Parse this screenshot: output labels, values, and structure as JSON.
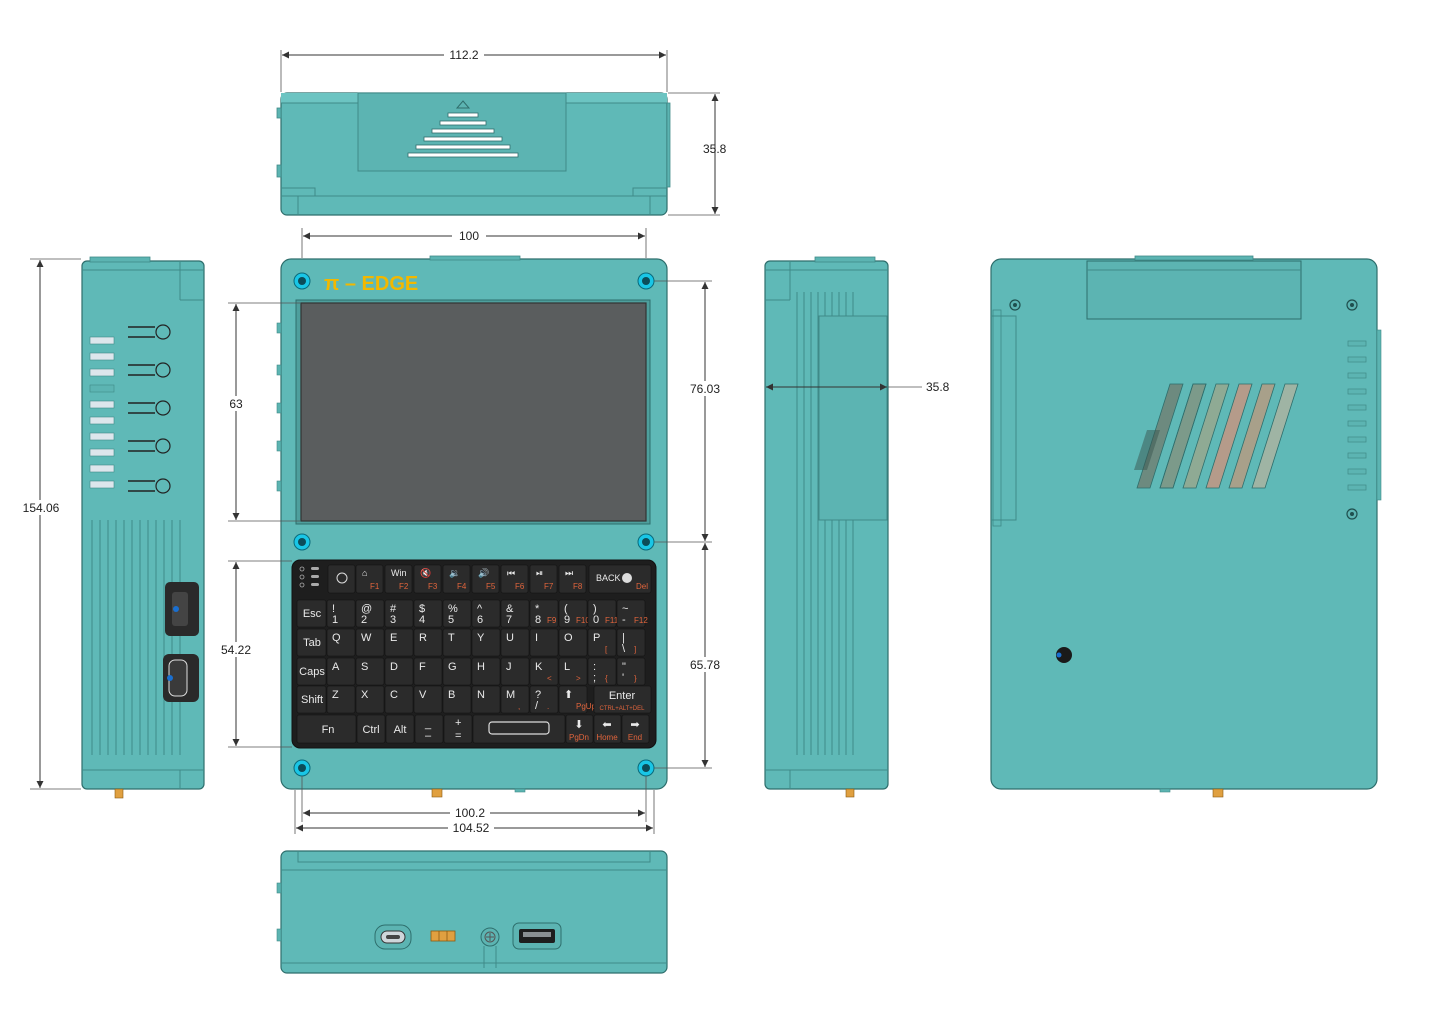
{
  "brand": {
    "logo_text": "π – EDGE",
    "logo_color": "#f2b800"
  },
  "colors": {
    "enclosure": "#5fb9b7",
    "screen": "#5a5d5e",
    "keyboard": "#1e1e1e",
    "accent_hole": "#19c6e6",
    "fn_red": "#e0643c"
  },
  "dimensions": {
    "top_width": "112.2",
    "top_depth": "35.8",
    "front_width": "100",
    "side_height": "154.06",
    "screen_height": "63",
    "upper_hole_span": "76.03",
    "keyboard_height": "54.22",
    "lower_hole_span": "65.78",
    "bottom_inner_width": "100.2",
    "bottom_outer_width": "104.52",
    "right_side_depth": "35.8"
  },
  "keyboard": {
    "top_row": [
      {
        "top": "",
        "sub": ""
      },
      {
        "top": "⌂",
        "sub": "F1"
      },
      {
        "top": "Win",
        "sub": "F2"
      },
      {
        "top": "🔇",
        "sub": "F3"
      },
      {
        "top": "🔉",
        "sub": "F4"
      },
      {
        "top": "🔊",
        "sub": "F5"
      },
      {
        "top": "⏮",
        "sub": "F6"
      },
      {
        "top": "⏯",
        "sub": "F7"
      },
      {
        "top": "⏭",
        "sub": "F8"
      }
    ],
    "back_label": "BACK",
    "back_sub": "Del",
    "row1": [
      {
        "main": "Esc",
        "sub": ""
      },
      {
        "main": "!",
        "low": "1",
        "sub": ""
      },
      {
        "main": "@",
        "low": "2",
        "sub": ""
      },
      {
        "main": "#",
        "low": "3",
        "sub": ""
      },
      {
        "main": "$",
        "low": "4",
        "sub": ""
      },
      {
        "main": "%",
        "low": "5",
        "sub": ""
      },
      {
        "main": "^",
        "low": "6",
        "sub": ""
      },
      {
        "main": "&",
        "low": "7",
        "sub": ""
      },
      {
        "main": "*",
        "low": "8",
        "sub": "F9"
      },
      {
        "main": "(",
        "low": "9",
        "sub": "F10"
      },
      {
        "main": ")",
        "low": "0",
        "sub": "F11"
      },
      {
        "main": "~",
        "low": "-",
        "sub": "F12"
      }
    ],
    "row2": [
      {
        "main": "Tab",
        "sub": ""
      },
      {
        "main": "Q",
        "sub": ""
      },
      {
        "main": "W",
        "sub": ""
      },
      {
        "main": "E",
        "sub": ""
      },
      {
        "main": "R",
        "sub": ""
      },
      {
        "main": "T",
        "sub": ""
      },
      {
        "main": "Y",
        "sub": ""
      },
      {
        "main": "U",
        "sub": ""
      },
      {
        "main": "I",
        "sub": ""
      },
      {
        "main": "O",
        "sub": ""
      },
      {
        "main": "P",
        "sub": "["
      },
      {
        "main": "|",
        "low": "\\",
        "sub": "]"
      }
    ],
    "row3": [
      {
        "main": "Caps",
        "sub": ""
      },
      {
        "main": "A",
        "sub": ""
      },
      {
        "main": "S",
        "sub": ""
      },
      {
        "main": "D",
        "sub": ""
      },
      {
        "main": "F",
        "sub": ""
      },
      {
        "main": "G",
        "sub": ""
      },
      {
        "main": "H",
        "sub": ""
      },
      {
        "main": "J",
        "sub": ""
      },
      {
        "main": "K",
        "sub": "<"
      },
      {
        "main": "L",
        "sub": ">"
      },
      {
        "main": ":",
        "low": ";",
        "sub": "{"
      },
      {
        "main": "\"",
        "low": "'",
        "sub": "}"
      }
    ],
    "row4": [
      {
        "main": "Shift",
        "sub": ""
      },
      {
        "main": "Z",
        "sub": ""
      },
      {
        "main": "X",
        "sub": ""
      },
      {
        "main": "C",
        "sub": ""
      },
      {
        "main": "V",
        "sub": ""
      },
      {
        "main": "B",
        "sub": ""
      },
      {
        "main": "N",
        "sub": ""
      },
      {
        "main": "M",
        "sub": ","
      },
      {
        "main": "?",
        "low": "/",
        "sub": "."
      },
      {
        "main": "⬆",
        "sub": "PgUp"
      }
    ],
    "enter_label": "Enter",
    "enter_sub": "CTRL+ALT+DEL",
    "row5": [
      {
        "main": "Fn",
        "sub": ""
      },
      {
        "main": "Ctrl",
        "sub": ""
      },
      {
        "main": "Alt",
        "sub": ""
      },
      {
        "main": "_",
        "low": "–",
        "sub": ""
      },
      {
        "main": "+",
        "low": "=",
        "sub": ""
      }
    ],
    "arrows": [
      {
        "main": "⬇",
        "sub": "PgDn"
      },
      {
        "main": "⬅",
        "sub": "Home"
      },
      {
        "main": "➡",
        "sub": "End"
      }
    ]
  }
}
